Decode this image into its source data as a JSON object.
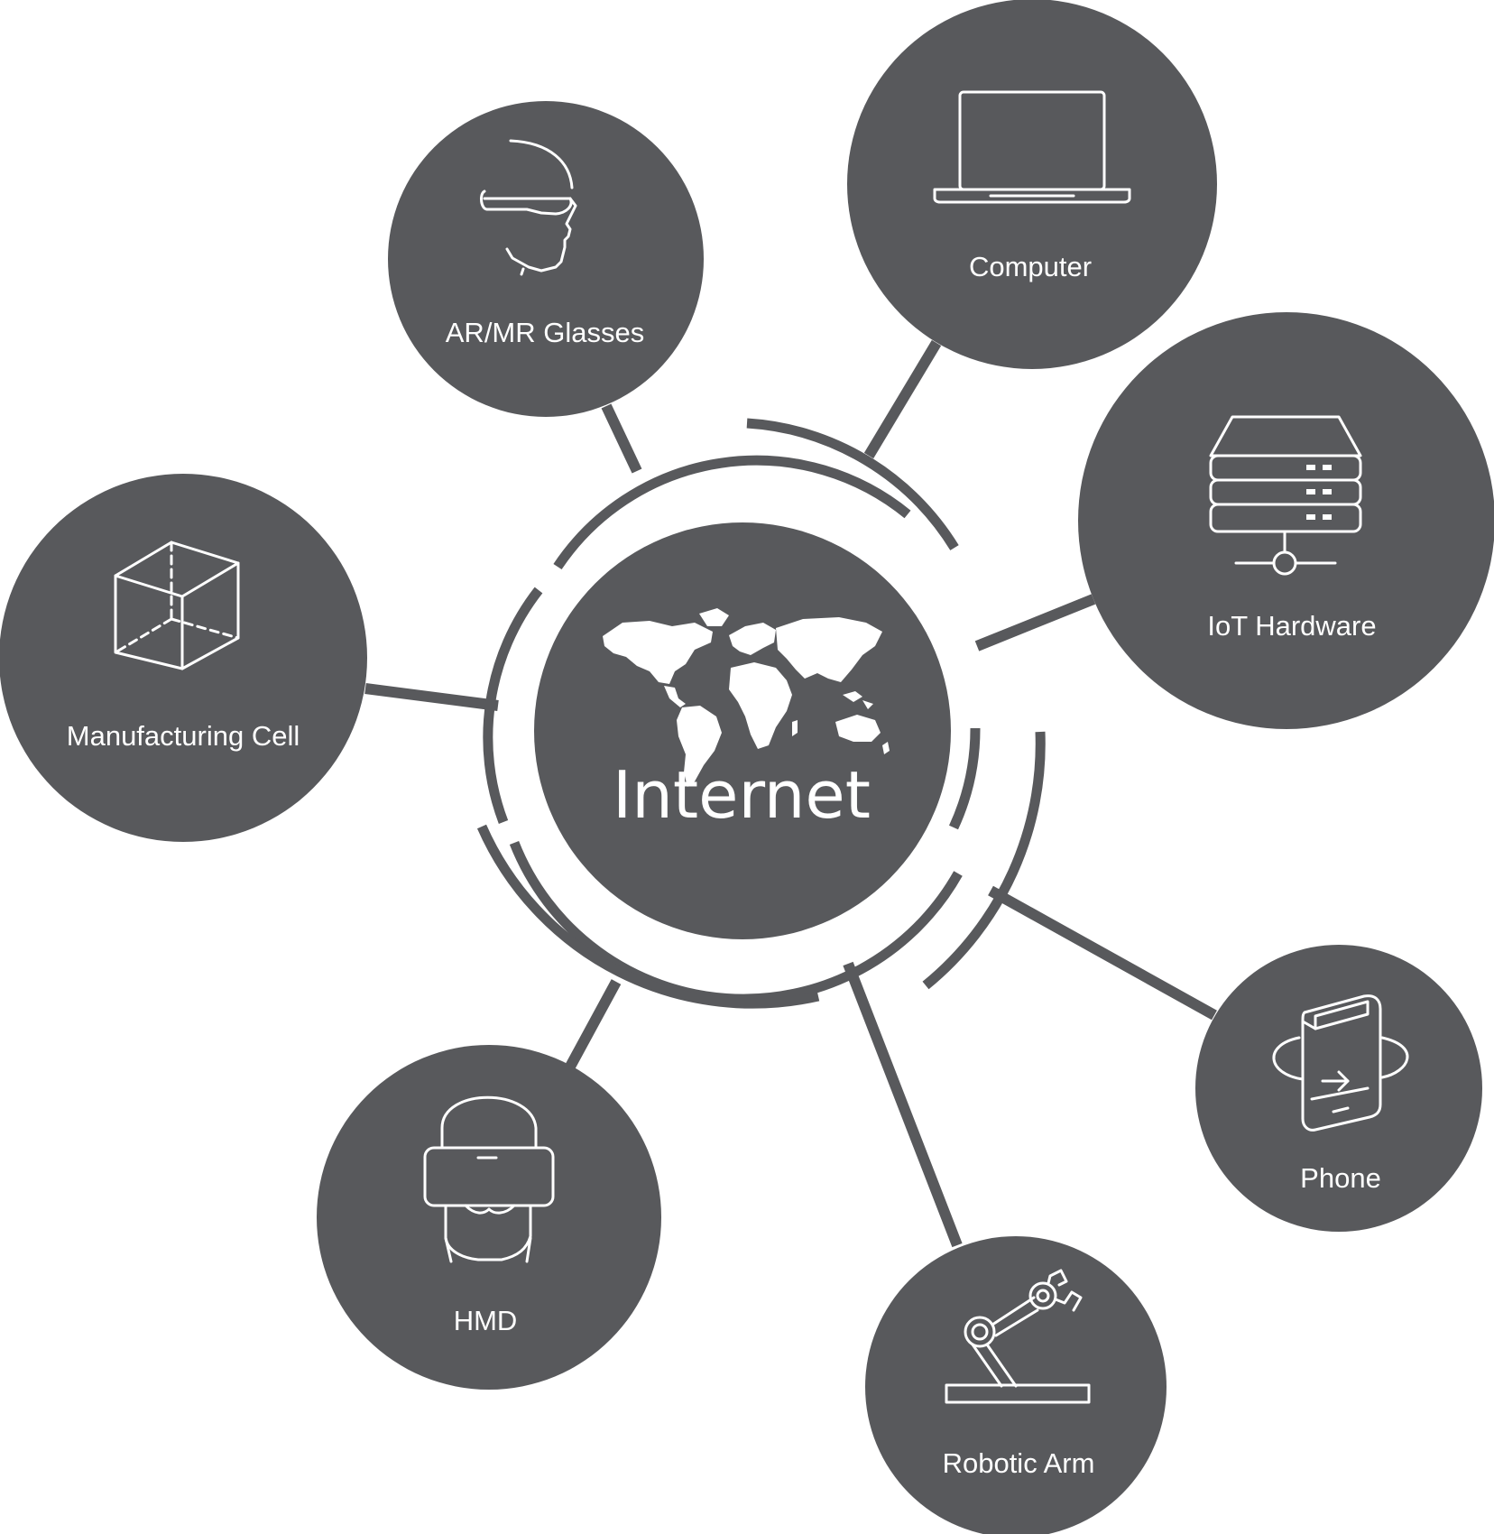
{
  "diagram": {
    "colors": {
      "node_fill": "#58595c",
      "connector": "#58595c",
      "background": "#ffffff",
      "text": "#ffffff"
    },
    "hub": {
      "label": "Internet",
      "icon": "world-map-icon"
    },
    "nodes": [
      {
        "id": "ar-mr-glasses",
        "label": "AR/MR Glasses",
        "icon": "ar-glasses-head-icon"
      },
      {
        "id": "computer",
        "label": "Computer",
        "icon": "laptop-icon"
      },
      {
        "id": "iot-hardware",
        "label": "IoT Hardware",
        "icon": "server-stack-icon"
      },
      {
        "id": "manufacturing-cell",
        "label": "Manufacturing Cell",
        "icon": "cube-icon"
      },
      {
        "id": "phone",
        "label": "Phone",
        "icon": "rotating-phone-icon"
      },
      {
        "id": "hmd",
        "label": "HMD",
        "icon": "vr-headset-icon"
      },
      {
        "id": "robotic-arm",
        "label": "Robotic Arm",
        "icon": "robotic-arm-icon"
      }
    ]
  }
}
